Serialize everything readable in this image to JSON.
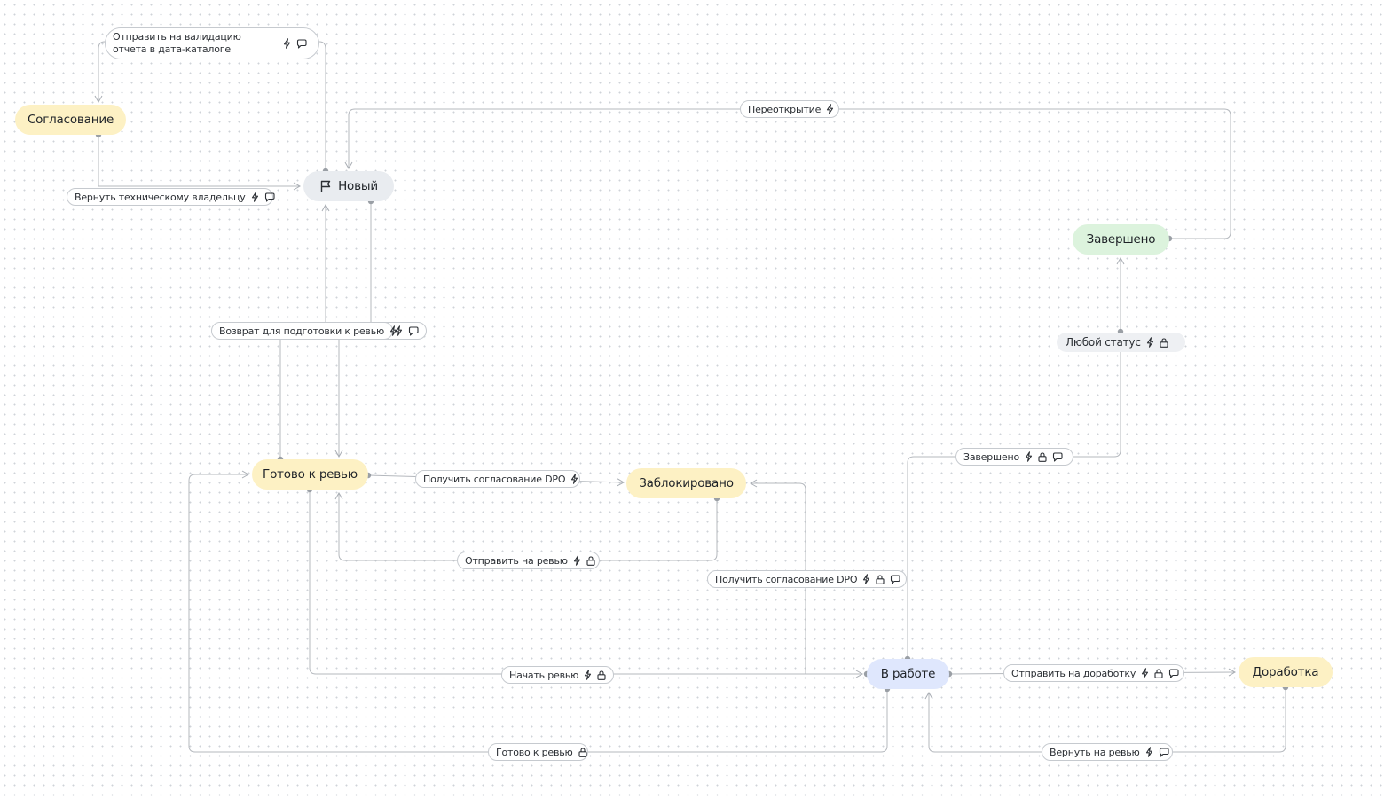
{
  "states": {
    "soglasovanie": "Согласование",
    "novyi": "Новый",
    "zaversheno": "Завершено",
    "gotovo": "Готово к ревью",
    "zablokirovano": "Заблокировано",
    "v_rabote": "В работе",
    "dorabotka": "Доработка"
  },
  "transitions": {
    "validate": "Отправить на валидацию отчета в дата-каталоге",
    "return_owner": "Вернуть техническому владельцу",
    "reopen": "Переоткрытие",
    "return_prep": "Возврат для подготовки к ревью",
    "any_status": "Любой статус",
    "done": "Завершено",
    "get_dpo": "Получить согласование DPO",
    "send_review": "Отправить на ревью",
    "get_dpo2": "Получить согласование DPO",
    "start_review": "Начать ревью",
    "send_rework": "Отправить на доработку",
    "ready_review": "Готово к ревью",
    "back_review": "Вернуть на ревью"
  },
  "icons": [
    "flag-icon",
    "lightning-icon",
    "lock-icon",
    "comment-icon"
  ],
  "colors": {
    "yellow_state": "#fdf1c4",
    "gray_state": "#e9ecf0",
    "green_state": "#dcf3dd",
    "blue_state": "#dfe7fd",
    "edge": "#a9aeb4"
  }
}
